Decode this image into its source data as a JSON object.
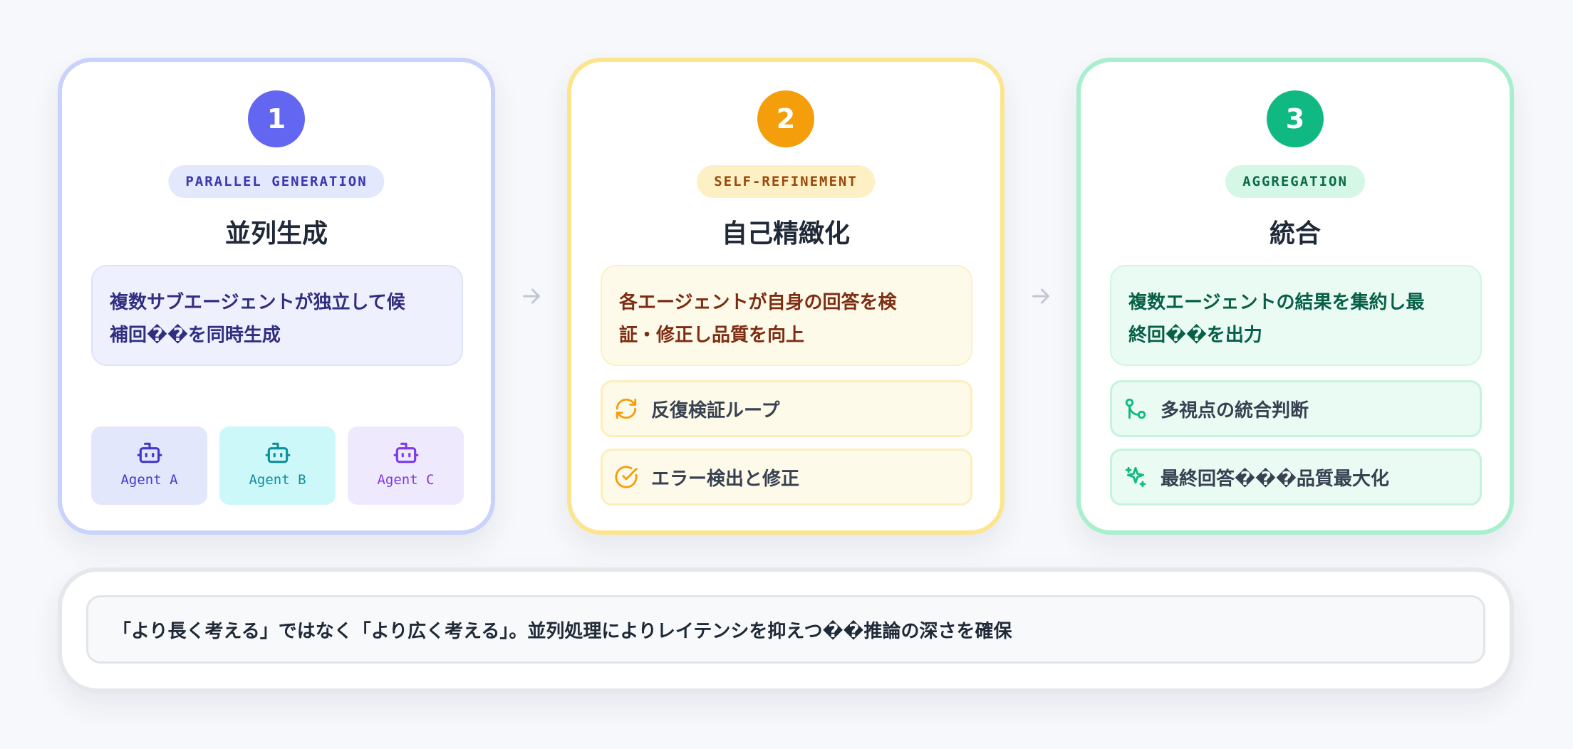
{
  "steps": [
    {
      "number": "1",
      "tag": "PARALLEL GENERATION",
      "title": "並列生成",
      "desc_line1": "複数サブエージェントが独立して候",
      "desc_line2": "補回��を同時生成",
      "agents": [
        "Agent A",
        "Agent B",
        "Agent C"
      ],
      "accent": "#6366f1"
    },
    {
      "number": "2",
      "tag": "SELF-REFINEMENT",
      "title": "自己精緻化",
      "desc_line1": "各エージェントが自身の回答を検",
      "desc_line2": "証・修正し品質を向上",
      "features": [
        "反復検証ループ",
        "エラー検出と修正"
      ],
      "accent": "#f59e0b"
    },
    {
      "number": "3",
      "tag": "AGGREGATION",
      "title": "統合",
      "desc_line1": "複数エージェントの結果を集約し最",
      "desc_line2": "終回��を出力",
      "features": [
        "多視点の統合判断",
        "最終回答���品質最大化"
      ],
      "accent": "#10b981"
    }
  ],
  "icons": {
    "agent": "robot-icon",
    "step2_feature1": "refresh-icon",
    "step2_feature2": "check-circle-icon",
    "step3_feature1": "git-merge-icon",
    "step3_feature2": "sparkles-icon",
    "connector": "arrow-right-icon"
  },
  "summary": "「より長く考える」ではなく「より広く考える」。並列処理によりレイテンシを抑えつ��推論の深さを確保"
}
